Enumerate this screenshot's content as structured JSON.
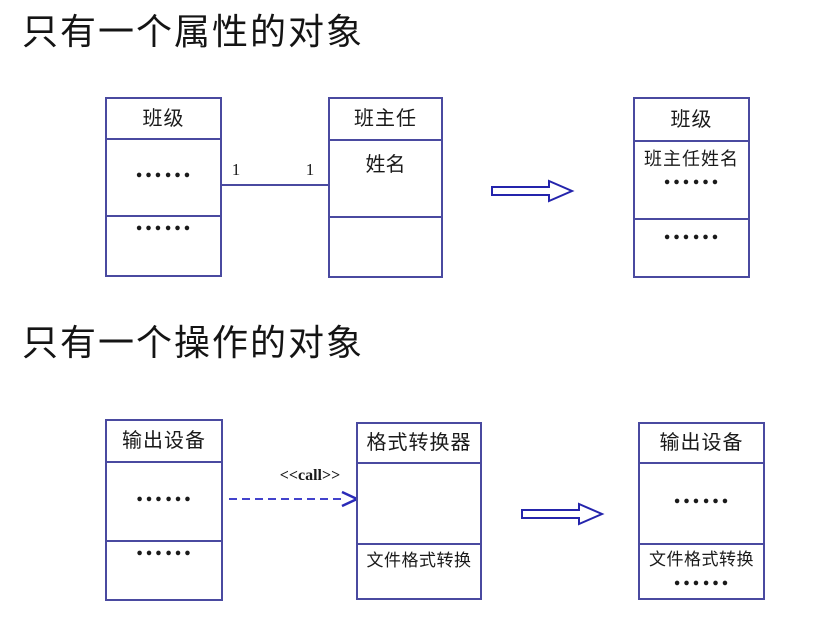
{
  "colors": {
    "box_border": "#4a4aa0",
    "block_arrow": "#2424ac",
    "dashed_arrow": "#4242cc",
    "text": "#1a1a1a",
    "background": "#ffffff"
  },
  "section1": {
    "title": "只有一个属性的对象",
    "class_banji": {
      "name": "班级",
      "attributes": "……",
      "operations": "……"
    },
    "association": {
      "left_multiplicity": "1",
      "right_multiplicity": "1"
    },
    "class_banzhuren": {
      "name": "班主任",
      "attribute": "姓名"
    },
    "class_result": {
      "name": "班级",
      "attribute_line1": "班主任姓名",
      "attribute_line2": "……",
      "operations": "……"
    }
  },
  "section2": {
    "title": "只有一个操作的对象",
    "class_output_device": {
      "name": "输出设备",
      "attributes": "……",
      "operations": "……"
    },
    "dependency": {
      "stereotype": "<<call>>"
    },
    "class_converter": {
      "name": "格式转换器",
      "operation": "文件格式转换"
    },
    "class_result": {
      "name": "输出设备",
      "attributes": "……",
      "operation_line1": "文件格式转换",
      "operation_line2": "……"
    }
  }
}
